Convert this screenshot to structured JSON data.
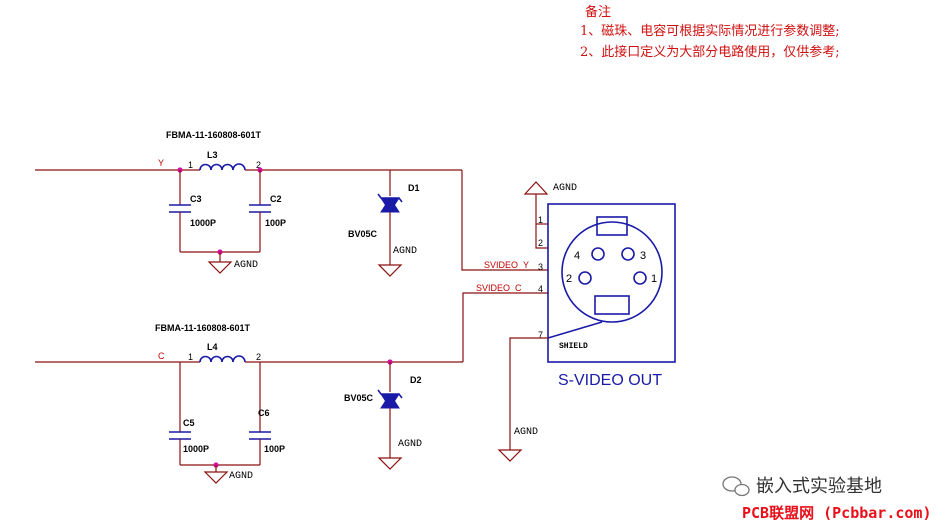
{
  "notes": {
    "title": "备注",
    "line1": "1、磁珠、电容可根据实际情况进行参数调整;",
    "line2": "2、此接口定义为大部分电路使用，仅供参考;"
  },
  "ground_label": "AGND",
  "y_channel": {
    "net": "Y",
    "bead_part": "FBMA-11-160808-601T",
    "bead_ref": "L3",
    "pin1": "1",
    "pin2": "2",
    "cap1_ref": "C3",
    "cap1_value": "1000P",
    "cap2_ref": "C2",
    "cap2_value": "100P",
    "diode_ref": "D1",
    "diode_part": "BV05C",
    "out_net": "SVIDEO_Y"
  },
  "c_channel": {
    "net": "C",
    "bead_part": "FBMA-11-160808-601T",
    "bead_ref": "L4",
    "pin1": "1",
    "pin2": "2",
    "cap1_ref": "C5",
    "cap1_value": "1000P",
    "cap2_ref": "C6",
    "cap2_value": "100P",
    "diode_ref": "D2",
    "diode_part": "BV05C",
    "out_net": "SVIDEO_C"
  },
  "connector": {
    "title": "S-VIDEO OUT",
    "shield_label": "SHIELD",
    "pins": [
      "1",
      "2",
      "3",
      "4",
      "7"
    ],
    "face_pins": [
      "4",
      "3",
      "2",
      "1"
    ]
  },
  "watermark": {
    "line1": "嵌入式实验基地",
    "line2": "PCB联盟网 (Pcbbar.com)"
  },
  "colors": {
    "wire": "#8b1010",
    "component": "#1a1aa8",
    "junction": "#d4109a",
    "net_label": "#c00000",
    "note": "#d01010"
  }
}
